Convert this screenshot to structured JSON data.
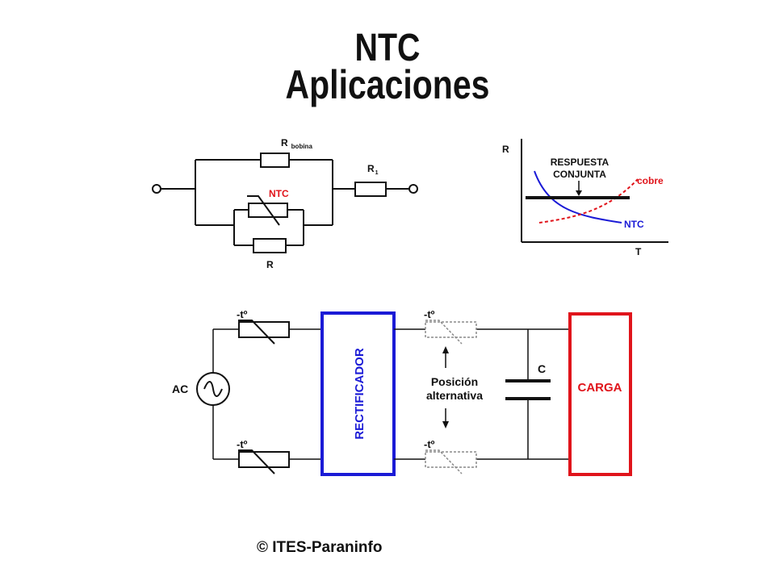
{
  "title": {
    "line1": "NTC",
    "line2": "Aplicaciones"
  },
  "circuit1": {
    "r_bobina_main": "R",
    "r_bobina_sub": "bobina",
    "r1_main": "R",
    "r1_sub": "1",
    "ntc_label": "NTC",
    "r_label": "R"
  },
  "graph": {
    "y_axis": "R",
    "x_axis": "T",
    "response_line1": "RESPUESTA",
    "response_line2": "CONJUNTA",
    "cobre": "cobre",
    "ntc": "NTC"
  },
  "circuit2": {
    "ac": "AC",
    "temp_label": "-tº",
    "rectificador": "RECTIFICADOR",
    "alt_line1": "Posición",
    "alt_line2": "alternativa",
    "capacitor": "C",
    "carga": "CARGA"
  },
  "colors": {
    "red": "#e0141b",
    "blue": "#1a1ad6",
    "dark": "#111111",
    "gray": "#8a8a8a"
  },
  "footer": {
    "copyright": "© ITES-Paraninfo"
  }
}
